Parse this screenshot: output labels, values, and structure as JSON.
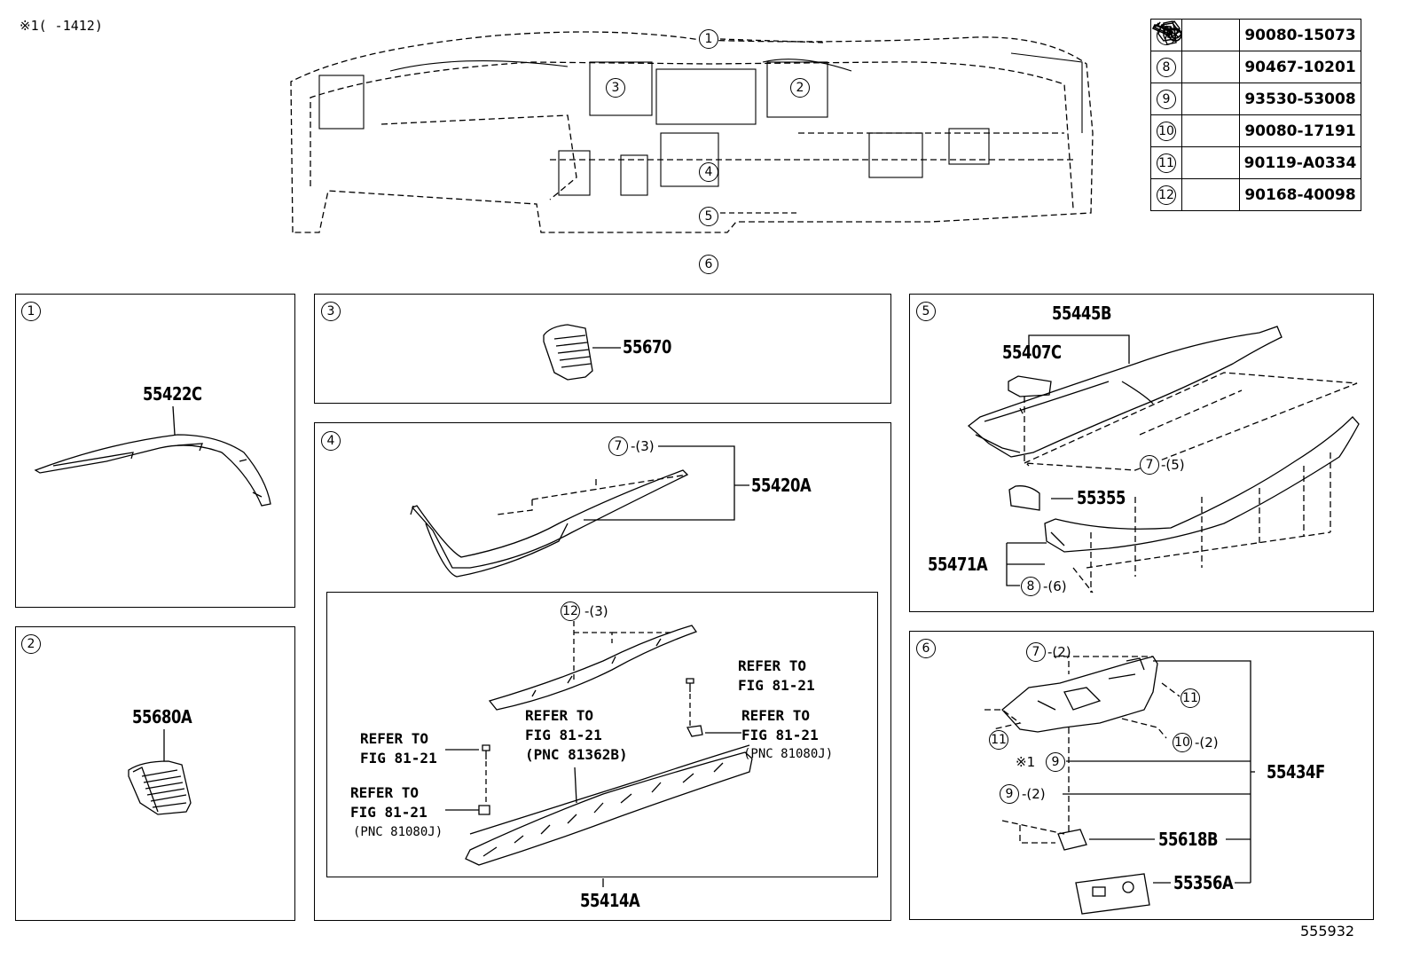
{
  "note": "※1(    -1412)",
  "diagram_id": "555932",
  "callouts": {
    "c1": "1",
    "c2": "2",
    "c3": "3",
    "c4": "4",
    "c5": "5",
    "c6": "6",
    "c7": "7",
    "c8": "8",
    "c9": "9",
    "c10": "10",
    "c11": "11",
    "c12": "12"
  },
  "fasteners": [
    {
      "ref": "7",
      "icon": "bolt-icon",
      "part": "90080-15073"
    },
    {
      "ref": "8",
      "icon": "clip-icon",
      "part": "90467-10201"
    },
    {
      "ref": "9",
      "icon": "screw-icon",
      "part": "93530-53008"
    },
    {
      "ref": "10",
      "icon": "nut-icon",
      "part": "90080-17191"
    },
    {
      "ref": "11",
      "icon": "bolt-icon",
      "part": "90119-A0334"
    },
    {
      "ref": "12",
      "icon": "screw-icon",
      "part": "90168-40098"
    }
  ],
  "parts": {
    "p55422C": "55422C",
    "p55680A": "55680A",
    "p55670": "55670",
    "p55420A": "55420A",
    "p55414A": "55414A",
    "p55445B": "55445B",
    "p55407C": "55407C",
    "p55355": "55355",
    "p55471A": "55471A",
    "p55434F": "55434F",
    "p55618B": "55618B",
    "p55356A": "55356A"
  },
  "quantities": {
    "q3": "-(3)",
    "q5": "-(5)",
    "q6": "-(6)",
    "q2": "-(2)"
  },
  "refs": {
    "refer_to": "REFER TO",
    "fig": "FIG 81-21",
    "pnc_81362B": "(PNC 81362B)",
    "pnc_81080J": "(PNC 81080J)"
  },
  "mark_1": "※1"
}
